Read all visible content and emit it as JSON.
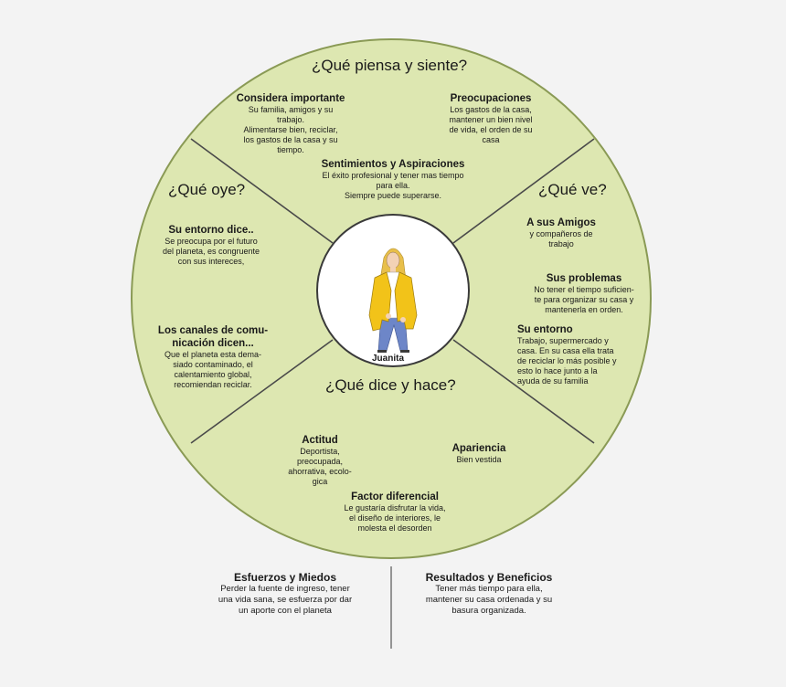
{
  "colors": {
    "wheel_fill": "#dde7b1",
    "wheel_stroke": "#8a9a55",
    "center_fill": "#ffffff",
    "background": "#f3f3f3",
    "jacket": "#f2c319",
    "jeans": "#6d86c8",
    "hair": "#e8bf4a"
  },
  "persona": {
    "name": "Juanita"
  },
  "sections": {
    "thinks": {
      "question": "¿Qué piensa y siente?",
      "important_title": "Considera importante",
      "important_body": "Su familia, amigos y su\ntrabajo.\nAlimentarse bien, reciclar,\nlos gastos de la casa y su\ntiempo.",
      "concerns_title": "Preocupaciones",
      "concerns_body": "Los gastos de la casa,\nmantener un bien nivel\nde vida, el orden de su\ncasa",
      "feelings_title": "Sentimientos y Aspiraciones",
      "feelings_body": "El éxito profesional y tener mas tiempo\npara ella.\nSiempre puede superarse."
    },
    "hears": {
      "question": "¿Qué oye?",
      "env_title": "Su entorno dice..",
      "env_body": "Se preocupa por el futuro\ndel planeta, es congruente\ncon sus intereces,",
      "channels_title": "Los canales de comu-\nnicación dicen...",
      "channels_body": "Que el planeta esta dema-\nsiado contaminado, el\ncalentamiento global,\nrecomiendan reciclar."
    },
    "sees": {
      "question": "¿Qué ve?",
      "friends_title": "A sus Amigos",
      "friends_body": "y compañeros de\ntrabajo",
      "problems_title": "Sus problemas",
      "problems_body": "No tener el tiempo suficien-\nte para organizar su casa y\nmantenerla en orden.",
      "env_title": "Su entorno",
      "env_body": "Trabajo, supermercado y\ncasa. En su casa ella trata\nde reciclar lo más posible  y\nesto lo hace junto a la\nayuda de su familia"
    },
    "says": {
      "question": "¿Qué dice y hace?",
      "attitude_title": "Actitud",
      "attitude_body": "Deportista,\npreocupada,\nahorrativa, ecolo-\ngica",
      "appearance_title": "Apariencia",
      "appearance_body": "Bien vestida",
      "factor_title": "Factor diferencial",
      "factor_body": "Le gustaría disfrutar la vida,\nel diseño de interiores, le\nmolesta el desorden"
    }
  },
  "bottom": {
    "efforts_title": "Esfuerzos y Miedos",
    "efforts_body": "Perder la fuente de ingreso, tener\nuna vida sana, se esfuerza por dar\nun aporte con el planeta",
    "results_title": "Resultados y Beneficios",
    "results_body": "Tener más tiempo para ella,\nmantener su casa ordenada y su\nbasura organizada."
  }
}
